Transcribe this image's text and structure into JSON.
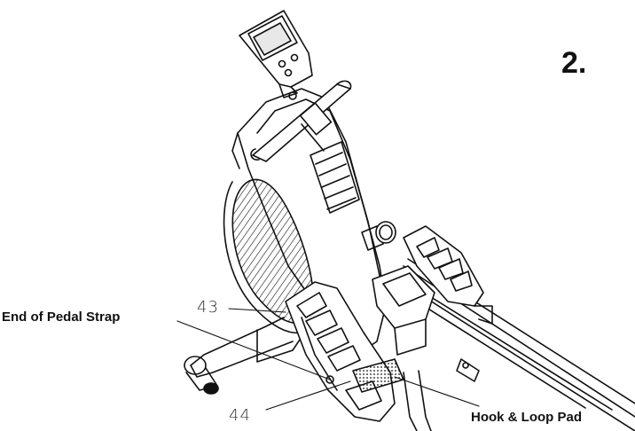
{
  "step_number": "2.",
  "labels": {
    "pedal_strap": "End of Pedal Strap",
    "hook_loop": "Hook & Loop Pad",
    "part_43": "43",
    "part_44": "44"
  }
}
